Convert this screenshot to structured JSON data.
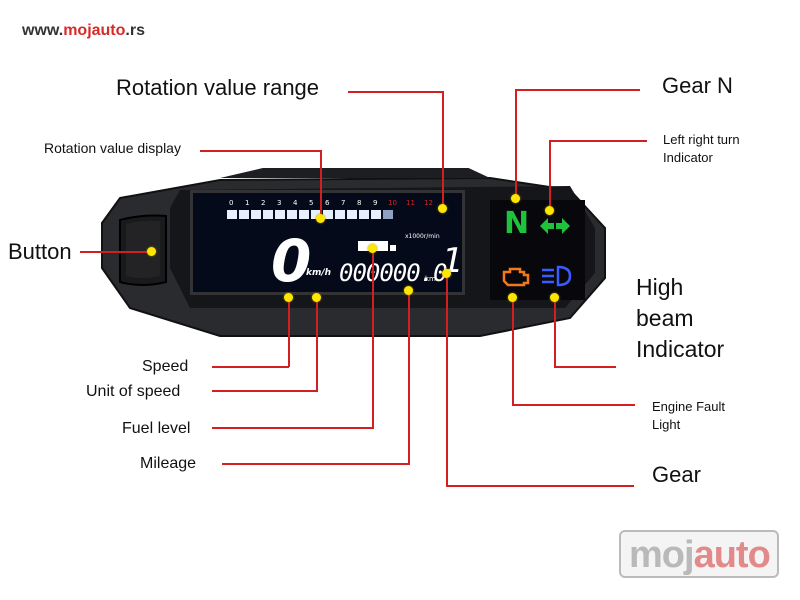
{
  "site": {
    "prefix": "www.",
    "brand": "mojauto",
    "suffix": ".rs"
  },
  "labels": {
    "rotation_value_range": "Rotation value range",
    "rotation_value_display": "Rotation value display",
    "gear_n": "Gear N",
    "turn_indicator_line1": "Left right turn",
    "turn_indicator_line2": "Indicator",
    "button": "Button",
    "high_beam_line1": "High",
    "high_beam_line2": "beam",
    "high_beam_line3": "Indicator",
    "speed": "Speed",
    "unit_of_speed": "Unit of speed",
    "fuel_level": "Fuel level",
    "mileage": "Mileage",
    "engine_fault_line1": "Engine Fault",
    "engine_fault_line2": "Light",
    "gear": "Gear"
  },
  "display": {
    "rpm_ticks": [
      "0",
      "1",
      "2",
      "3",
      "4",
      "5",
      "6",
      "7",
      "8",
      "9",
      "10",
      "11",
      "12"
    ],
    "rpm_scale_label": "x1000r/min",
    "speed_value": "0",
    "speed_unit": "km/h",
    "mileage_value": "000000.0",
    "mileage_unit": "km",
    "gear_value": "1",
    "neutral": "N"
  },
  "colors": {
    "callout_line": "#d21f1f",
    "callout_dot": "#ffe600",
    "neutral_indicator": "#1ec23b",
    "turn_indicator": "#1ec23b",
    "engine_fault": "#f07a1a",
    "high_beam": "#3a5bff",
    "rpm_redline": "#e02020"
  },
  "icons": [
    "turn-arrows-icon",
    "engine-fault-icon",
    "high-beam-icon",
    "button-knob"
  ],
  "watermark": {
    "part1": "moj",
    "part2": "auto"
  }
}
